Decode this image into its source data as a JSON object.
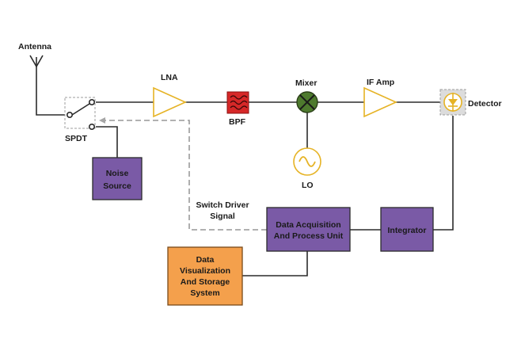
{
  "labels": {
    "antenna": "Antenna",
    "spdt": "SPDT",
    "lna": "LNA",
    "bpf": "BPF",
    "mixer": "Mixer",
    "lo": "LO",
    "if_amp": "IF Amp",
    "detector": "Detector",
    "noise_source": [
      "Noise",
      "Source"
    ],
    "switch_driver": [
      "Switch Driver",
      "Signal"
    ],
    "daq": [
      "Data Acquisition",
      "And Process Unit"
    ],
    "integrator": "Integrator",
    "visualization": [
      "Data",
      "Visualization",
      "And Storage",
      "System"
    ]
  },
  "colors": {
    "amplifier_outline": "#e6b325",
    "bpf_fill": "#d62828",
    "mixer_fill": "#4e7a2e",
    "processing_box": "#7a5aa6",
    "storage_box": "#f4a04c",
    "control_line": "#a6a6a6"
  }
}
